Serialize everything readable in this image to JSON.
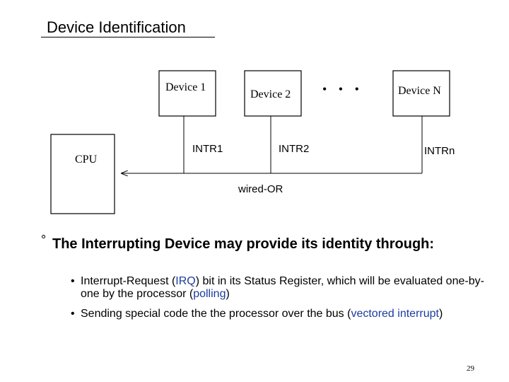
{
  "slide": {
    "title": "Device Identification",
    "page_number": "29"
  },
  "diagram": {
    "cpu_label": "CPU",
    "devices": [
      {
        "label": "Device 1",
        "line_label": "INTR1"
      },
      {
        "label": "Device 2",
        "line_label": "INTR2"
      },
      {
        "label": "Device N",
        "line_label": "INTRn"
      }
    ],
    "ellipsis": "• • •",
    "bus_label": "wired-OR"
  },
  "content": {
    "main_bullet_symbol": "°",
    "main_text": "The Interrupting Device may provide its identity through:",
    "sub_bullet_symbol": "•",
    "sub_bullets": [
      {
        "before": "Interrupt-Request (",
        "highlight1": "IRQ",
        "middle": ") bit in its Status Register, which will be evaluated one-by-one by the processor (",
        "highlight2": "polling",
        "after": ")"
      },
      {
        "before": "Sending special code the the processor over the bus (",
        "highlight1": "vectored interrupt",
        "middle": ")",
        "highlight2": "",
        "after": ""
      }
    ]
  }
}
